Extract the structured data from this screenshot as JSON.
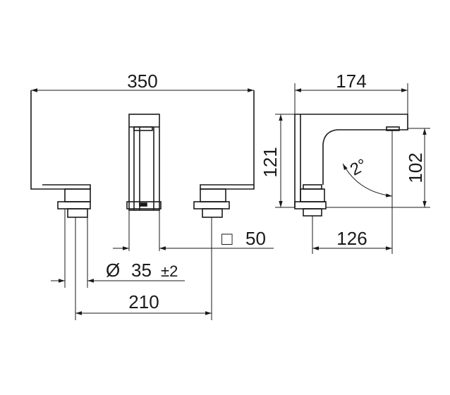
{
  "dimensions": {
    "overall_width": "350",
    "side_depth": "174",
    "height": "121",
    "spout_height": "102",
    "spout_reach": "126",
    "body_square_symbol": "□",
    "body_square": "50",
    "hole_diameter_symbol": "Ø",
    "hole_diameter": "35",
    "hole_tolerance": "±2",
    "handle_centers": "210",
    "spout_angle": "2°"
  },
  "colors": {
    "line": "#1a1a1a",
    "background": "#ffffff"
  }
}
